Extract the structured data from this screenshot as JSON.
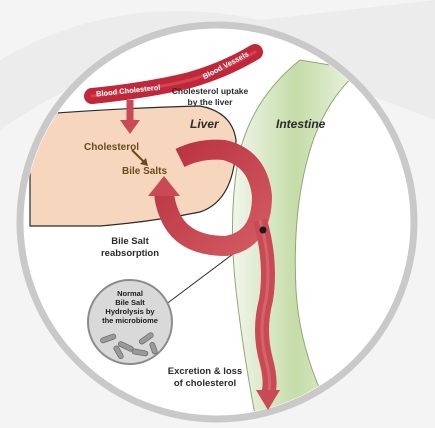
{
  "labels": {
    "blood_cholesterol": "Blood Cholesterol",
    "blood_vessels": "Blood Vessels",
    "uptake_line1": "Cholesterol uptake",
    "uptake_line2": "by the liver",
    "liver": "Liver",
    "intestine": "Intestine",
    "cholesterol": "Cholesterol",
    "bile_salts": "Bile Salts",
    "reabsorption_line1": "Bile Salt",
    "reabsorption_line2": "reabsorption",
    "microbiome_line1": "Normal",
    "microbiome_line2": "Bile Salt",
    "microbiome_line3": "Hydrolysis by",
    "microbiome_line4": "the microbiome",
    "excretion_line1": "Excretion & loss",
    "excretion_line2": "of cholesterol"
  },
  "colors": {
    "background": "#f4f4f4",
    "ring": "#c9c9c9",
    "blood_vessel": "#c0283a",
    "cycle_arrow": "#c94a55",
    "liver_fill": "#f6d7bd",
    "intestine_fill": "#cfe3b4",
    "text_dark": "#2b2b2b",
    "text_brown": "#6b4a1c",
    "microbe_circle": "#d9d9d9"
  }
}
